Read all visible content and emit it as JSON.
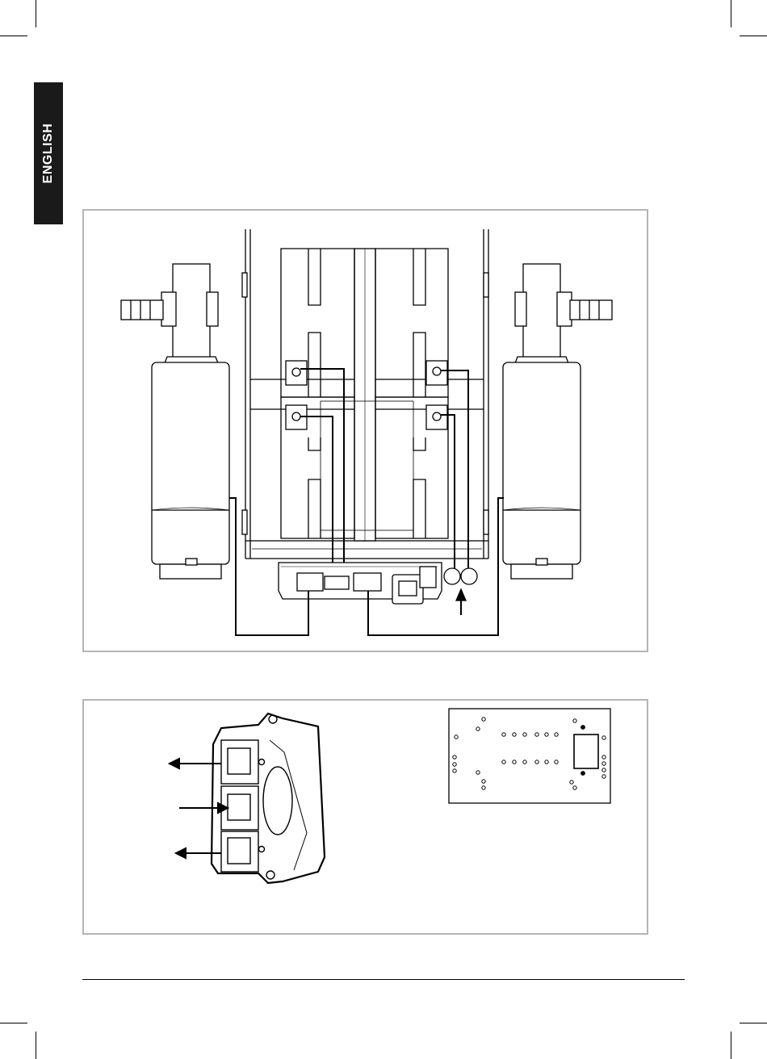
{
  "language_tab": {
    "label": "ENGLISH",
    "bg_color": "#1a1a1a",
    "text_color": "#ffffff"
  },
  "figure_top": {
    "name": "actuator-wiring-diagram",
    "border_color": "#b5b5b5"
  },
  "figure_bottom": {
    "name": "connector-module-diagram",
    "border_color": "#b5b5b5"
  },
  "colors": {
    "line": "#000000",
    "fill": "#ffffff",
    "grey": "#d8d8d8"
  }
}
